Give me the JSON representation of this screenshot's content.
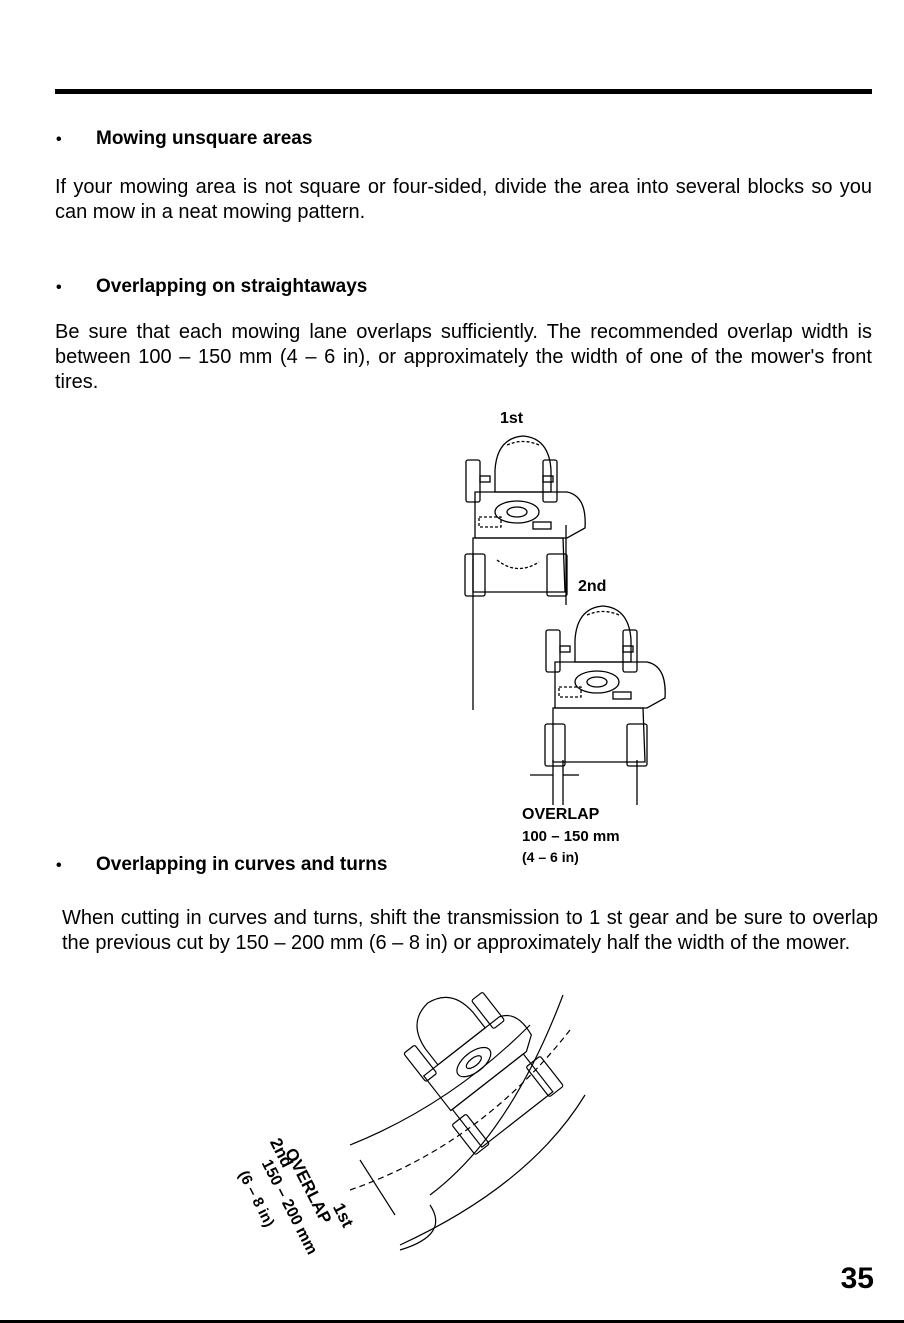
{
  "sections": [
    {
      "heading": "Mowing unsquare areas",
      "paragraph": "If your mowing area is not square or four-sided, divide the area into several blocks so you can mow in a neat mowing pattern."
    },
    {
      "heading": "Overlapping on straightaways",
      "paragraph": "Be sure that each mowing lane overlaps sufficiently. The recommended overlap width is between 100 – 150 mm (4 – 6 in), or approximately the width of one of the mower's front tires."
    },
    {
      "heading": "Overlapping in curves and turns",
      "paragraph": "When cutting in curves and turns, shift the transmission to 1 st gear and be sure to overlap the previous cut by 150 – 200 mm (6 – 8 in) or approximately half the width of the mower."
    }
  ],
  "bullet": "•",
  "figure_straight": {
    "label_first": "1st",
    "label_second": "2nd",
    "overlap_title": "OVERLAP",
    "overlap_metric": "100 – 150 mm",
    "overlap_imperial": "(4 – 6 in)"
  },
  "figure_curve": {
    "label_first": "1st",
    "label_second": "2nd",
    "overlap_title": "OVERLAP",
    "overlap_metric": "150 – 200 mm",
    "overlap_imperial": "(6 – 8 in)"
  },
  "page_number": "35"
}
